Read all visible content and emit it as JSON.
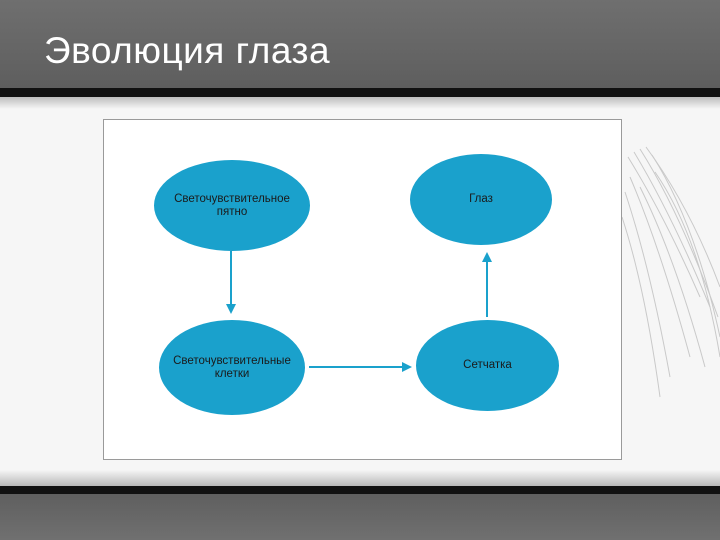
{
  "slide": {
    "title": "Эволюция глаза"
  },
  "diagram": {
    "nodes": [
      {
        "id": "spot",
        "label": "Светочувствительное пятно"
      },
      {
        "id": "eye",
        "label": "Глаз"
      },
      {
        "id": "cells",
        "label": "Светочувствительные клетки"
      },
      {
        "id": "retina",
        "label": "Сетчатка"
      }
    ],
    "edges": [
      {
        "from": "spot",
        "to": "cells"
      },
      {
        "from": "cells",
        "to": "retina"
      },
      {
        "from": "retina",
        "to": "eye"
      }
    ]
  },
  "colors": {
    "node_fill": "#1aa1cc",
    "arrow": "#1aa1cc",
    "header": "#666666"
  }
}
